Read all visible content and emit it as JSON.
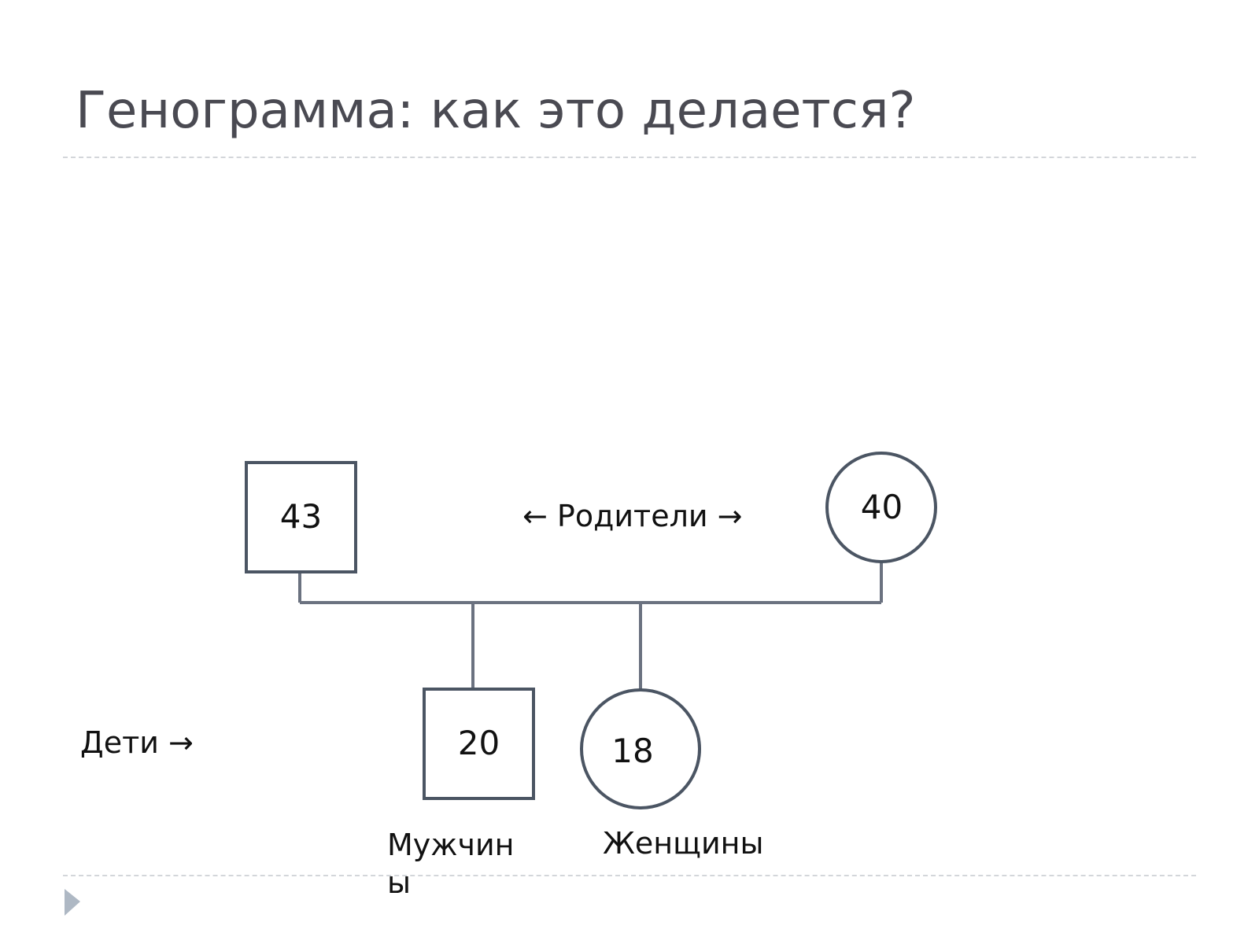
{
  "slide": {
    "title": "Генограмма: как это делается?"
  },
  "diagram": {
    "parents_label": "← Родители →",
    "children_label": "Дети →",
    "father": {
      "age": "43",
      "shape": "square"
    },
    "mother": {
      "age": "40",
      "shape": "circle"
    },
    "son": {
      "age": "20",
      "shape": "square"
    },
    "daughter": {
      "age": "18",
      "shape": "circle"
    },
    "legend_male": "Мужчины",
    "legend_female": "Женщины"
  },
  "colors": {
    "line": "#6b7280",
    "shape_stroke": "#4b5563",
    "title": "#4a4a52",
    "accent_arrow": "#aeb8c4"
  },
  "icons": {
    "slide_marker": "play-triangle-icon"
  }
}
